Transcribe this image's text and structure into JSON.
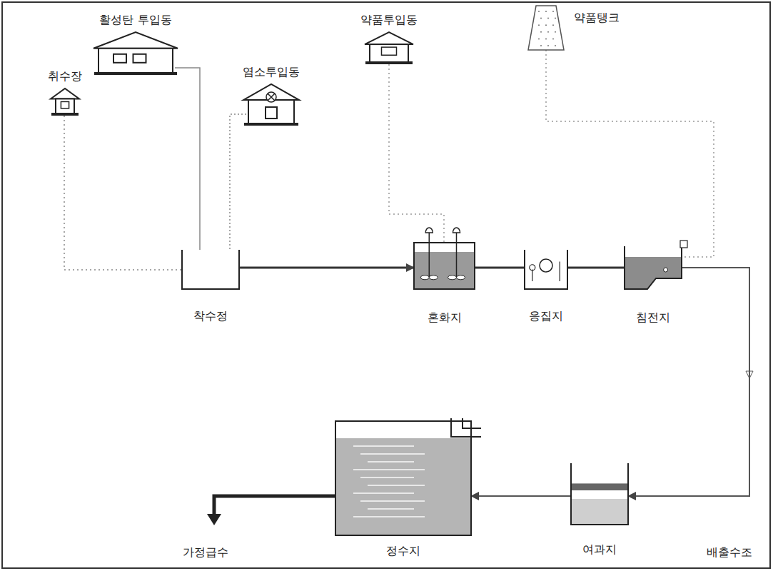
{
  "diagram": {
    "nodes": [
      {
        "text": [
          "활성탄 투입동"
        ]
      },
      {
        "text": [
          "염소투입동"
        ]
      },
      {
        "text": [
          "약품투입동"
        ]
      },
      {
        "text": [
          "약품탱크"
        ]
      },
      {
        "text": [
          "취수장"
        ]
      },
      {
        "text": [
          "착수정"
        ]
      },
      {
        "text": [
          "혼화지"
        ]
      },
      {
        "text": [
          "응집지"
        ]
      },
      {
        "text": [
          "침전지"
        ]
      },
      {
        "text": [
          "여과지"
        ]
      },
      {
        "text": [
          "정수지"
        ]
      }
    ],
    "edges": [
      {
        "from": 4,
        "to": 5,
        "arrow": "none"
      },
      {
        "from": 0,
        "to": 5,
        "arrow": "none"
      },
      {
        "from": 1,
        "to": 5,
        "arrow": "none"
      },
      {
        "from": 5,
        "to": 6,
        "arrow": "to"
      },
      {
        "from": 6,
        "to": 7,
        "arrow": "none"
      },
      {
        "from": 7,
        "to": 8,
        "arrow": "none"
      },
      {
        "from": 8,
        "to": 9,
        "arrow": "to"
      },
      {
        "from": 9,
        "to": 10,
        "arrow": "to"
      },
      {
        "from": 2,
        "to": 6,
        "arrow": "none"
      },
      {
        "from": 3,
        "to": 8,
        "arrow": "none"
      }
    ],
    "labels": [
      "가정급수",
      "배출수조"
    ]
  }
}
